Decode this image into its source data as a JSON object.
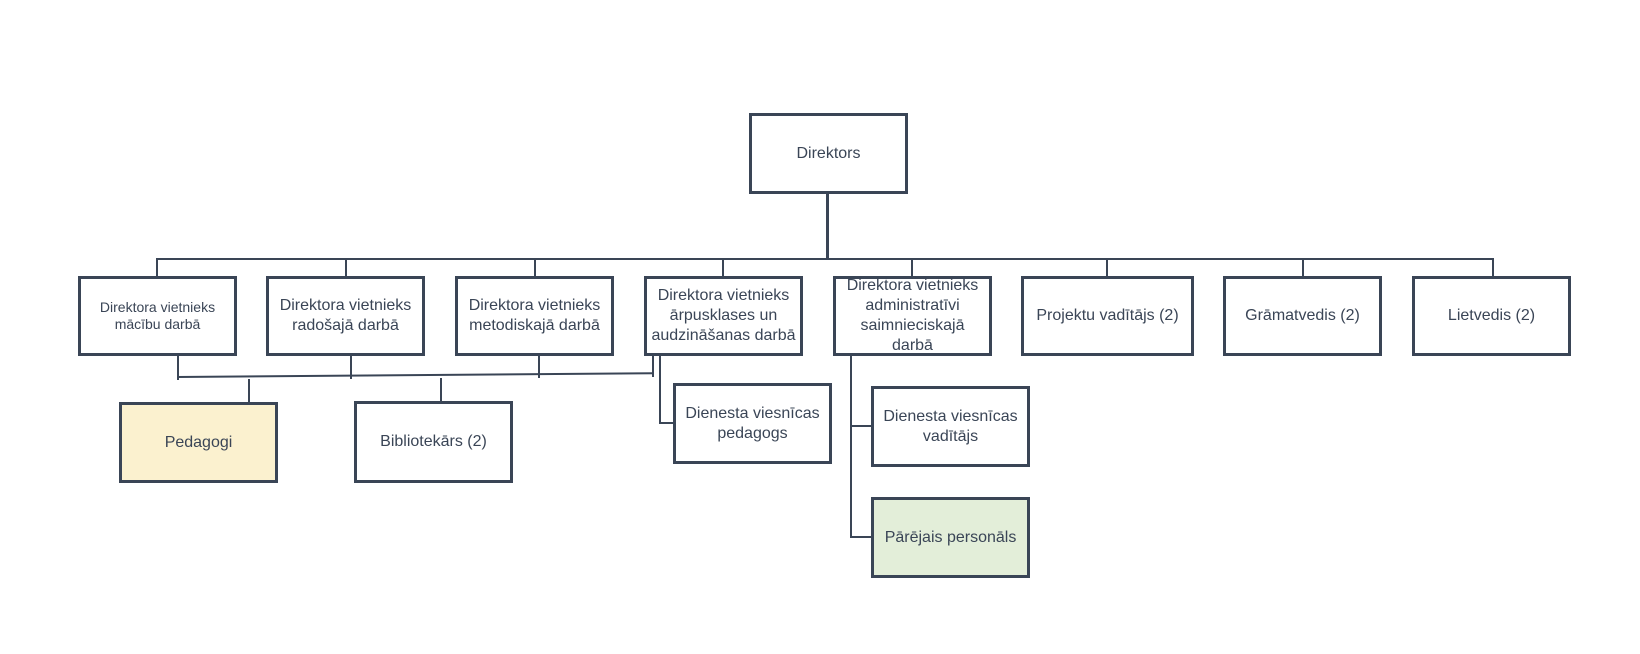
{
  "colors": {
    "border": "#3a4556",
    "text": "#3a4556",
    "fill_default": "#ffffff",
    "fill_pedagogi": "#fbf1cf",
    "fill_other_staff": "#e3eed9"
  },
  "nodes": {
    "director": "Direktors",
    "deputy_teaching": "Direktora vietnieks\nmācību darbā",
    "deputy_creative": "Direktora vietnieks\nradošajā darbā",
    "deputy_methodical": "Direktora vietnieks\nmetodiskajā darbā",
    "deputy_extracurricular": "Direktora vietnieks\nārpusklases un\naudzināšanas darbā",
    "deputy_administrative": "Direktora vietnieks\nadministratīvi\nsaimnieciskajā darbā",
    "project_manager": "Projektu vadītājs (2)",
    "accountant": "Grāmatvedis (2)",
    "clerk": "Lietvedis (2)",
    "teachers": "Pedagogi",
    "librarian": "Bibliotekārs (2)",
    "dorm_teacher": "Dienesta viesnīcas\npedagogs",
    "dorm_manager": "Dienesta viesnīcas\nvadītājs",
    "other_staff": "Pārējais personāls"
  }
}
